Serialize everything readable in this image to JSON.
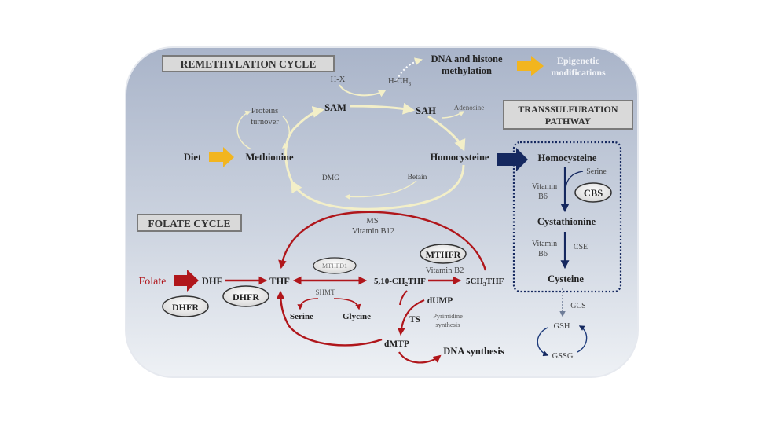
{
  "sections": {
    "remethylation": "REMETHYLATION CYCLE",
    "folate": "FOLATE CYCLE",
    "transsulfuration_line1": "TRANSSULFURATION",
    "transsulfuration_line2": "PATHWAY"
  },
  "remethylation": {
    "hx": "H-X",
    "hch3": "H-CH",
    "hch3_sub": "3",
    "dna_line1": "DNA and histone",
    "dna_line2": "methylation",
    "epi_line1": "Epigenetic",
    "epi_line2": "modifications",
    "proteins_line1": "Proteins",
    "proteins_line2": "turnover",
    "sam": "SAM",
    "sah": "SAH",
    "adenosine": "Adenosine",
    "diet": "Diet",
    "methionine": "Methionine",
    "homocysteine": "Homocysteine",
    "dmg": "DMG",
    "betain": "Betain"
  },
  "transsulfuration": {
    "homocysteine": "Homocysteine",
    "serine": "Serine",
    "vitamin_line1": "Vitamin",
    "vitamin_line2": "B6",
    "cbs": "CBS",
    "cystathionine": "Cystathionine",
    "vitamin2_line1": "Vitamin",
    "vitamin2_line2": "B6",
    "cse": "CSE",
    "cysteine": "Cysteine",
    "gcs": "GCS",
    "gsh": "GSH",
    "gssg": "GSSG"
  },
  "folate": {
    "ms": "MS",
    "vitamin_b12": "Vitamin B12",
    "mthfr": "MTHFR",
    "vitamin_b2": "Vitamin B2",
    "folate": "Folate",
    "dhf": "DHF",
    "thf": "THF",
    "mthfd1": "MTHFD1",
    "methylene_thf": "5,10-CH",
    "methylene_sub": "2",
    "methylene_tail": "THF",
    "methyl_thf": "5CH",
    "methyl_sub": "3",
    "methyl_tail": "THF",
    "dhfr_left": "DHFR",
    "dhfr_right": "DHFR",
    "shmt": "SHMT",
    "serine": "Serine",
    "glycine": "Glycine",
    "dump": "dUMP",
    "ts": "TS",
    "pyr_line1": "Pyrimidine",
    "pyr_line2": "synthesis",
    "dmtp": "dMTP",
    "dna_synthesis": "DNA synthesis"
  },
  "colors": {
    "panel_top": "#a9b4c9",
    "panel_bottom": "#eef1f5",
    "yellow_arrow": "#f2b51f",
    "red": "#b0161b",
    "navy": "#15285f",
    "cream": "#f3efc8"
  }
}
